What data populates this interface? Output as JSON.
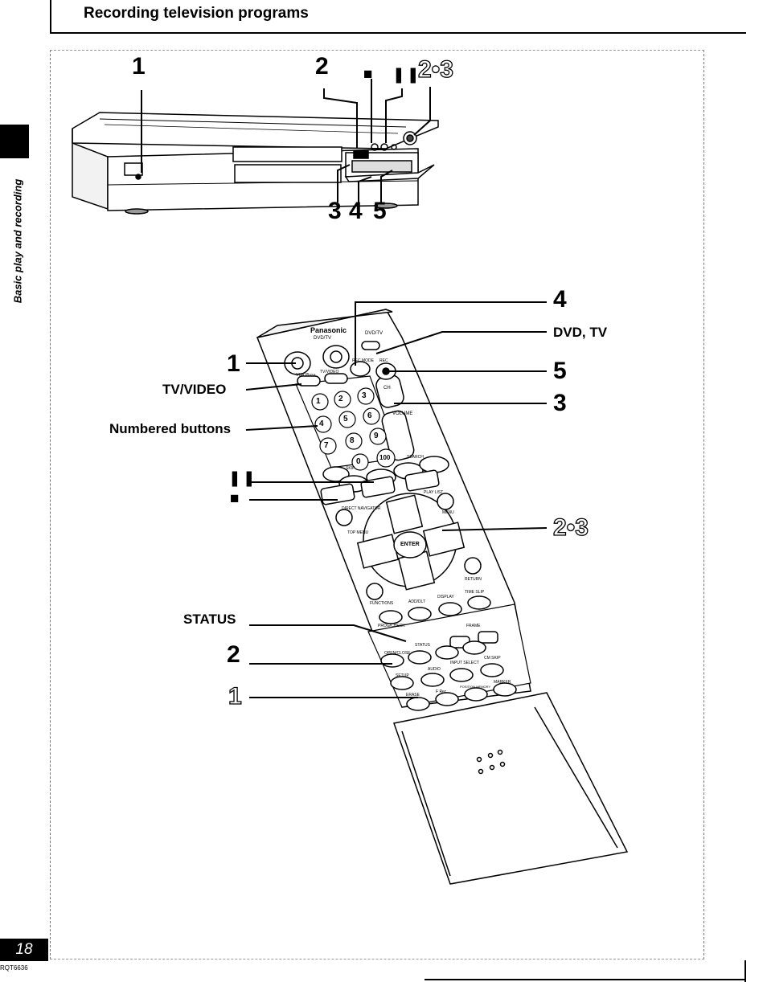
{
  "header": {
    "title": "Recording television programs"
  },
  "sidebar": {
    "label": "Basic play and recording"
  },
  "footer": {
    "page_number": "18",
    "doc_code": "RQT6636"
  },
  "deck": {
    "callouts_top": {
      "n1": "1",
      "n2": "2",
      "stop_symbol": "■",
      "pause_symbol": "❚❚",
      "n23": "2•3"
    },
    "callouts_bottom": {
      "n3": "3",
      "n4": "4",
      "n5": "5"
    }
  },
  "remote": {
    "brand": "Panasonic",
    "model": "DVD/TV",
    "buttons": {
      "numbers": [
        "1",
        "2",
        "3",
        "4",
        "5",
        "6",
        "7",
        "8",
        "9",
        "0",
        "100"
      ],
      "ch": "CH",
      "volume": "VOLUME",
      "enter": "ENTER",
      "labels_small": {
        "dvd_tv_switch": "DVD/TV",
        "rec_mode": "REC MODE",
        "rec": "REC",
        "vcr_plus": "VCR Plus+",
        "tv_video_small": "TV/VIDEO",
        "play_list": "PLAY LIST",
        "direct_navigator": "DIRECT NAVIGATOR",
        "menu": "MENU",
        "top_menu": "TOP MENU",
        "return": "RETURN",
        "functions": "FUNCTIONS",
        "add_dlt": "ADD/DLT",
        "display": "DISPLAY",
        "time_slip": "TIME SLIP",
        "prog_check": "PROG/CHECK",
        "frame": "FRAME",
        "status_small": "STATUS",
        "open_close": "OPEN/CLOSE",
        "audio": "AUDIO",
        "input_select": "INPUT SELECT",
        "cm_skip": "CM SKIP",
        "setup": "SETUP",
        "position_memory": "POSITION MEMORY",
        "marker": "MARKER",
        "erase": "ERASE",
        "f_rec": "F Rec",
        "skip": "SKIP",
        "search": "SEARCH"
      }
    },
    "callouts_left": {
      "n1": "1",
      "tv_video": "TV/VIDEO",
      "numbered_buttons": "Numbered buttons",
      "pause_symbol": "❚❚",
      "stop_symbol": "■",
      "status": "STATUS",
      "n2": "2",
      "n1_outline": "1"
    },
    "callouts_right": {
      "n4": "4",
      "dvd_tv": "DVD, TV",
      "n5": "5",
      "n3": "3",
      "n23": "2•3"
    }
  }
}
